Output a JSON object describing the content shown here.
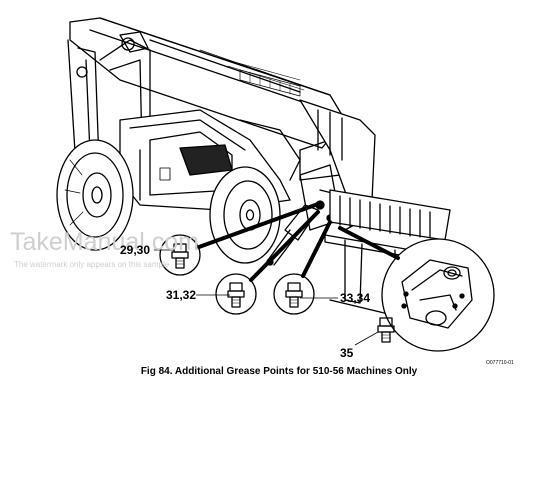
{
  "figure": {
    "caption": "Fig 84. Additional Grease Points for 510-56 Machines Only",
    "code": "O077710-01",
    "callouts": {
      "c1": "29,30",
      "c2": "31,32",
      "c3": "33,34",
      "c4": "35"
    }
  },
  "watermark": {
    "title": "TakeManual.com",
    "note": "The watermark only appears on this sample"
  }
}
